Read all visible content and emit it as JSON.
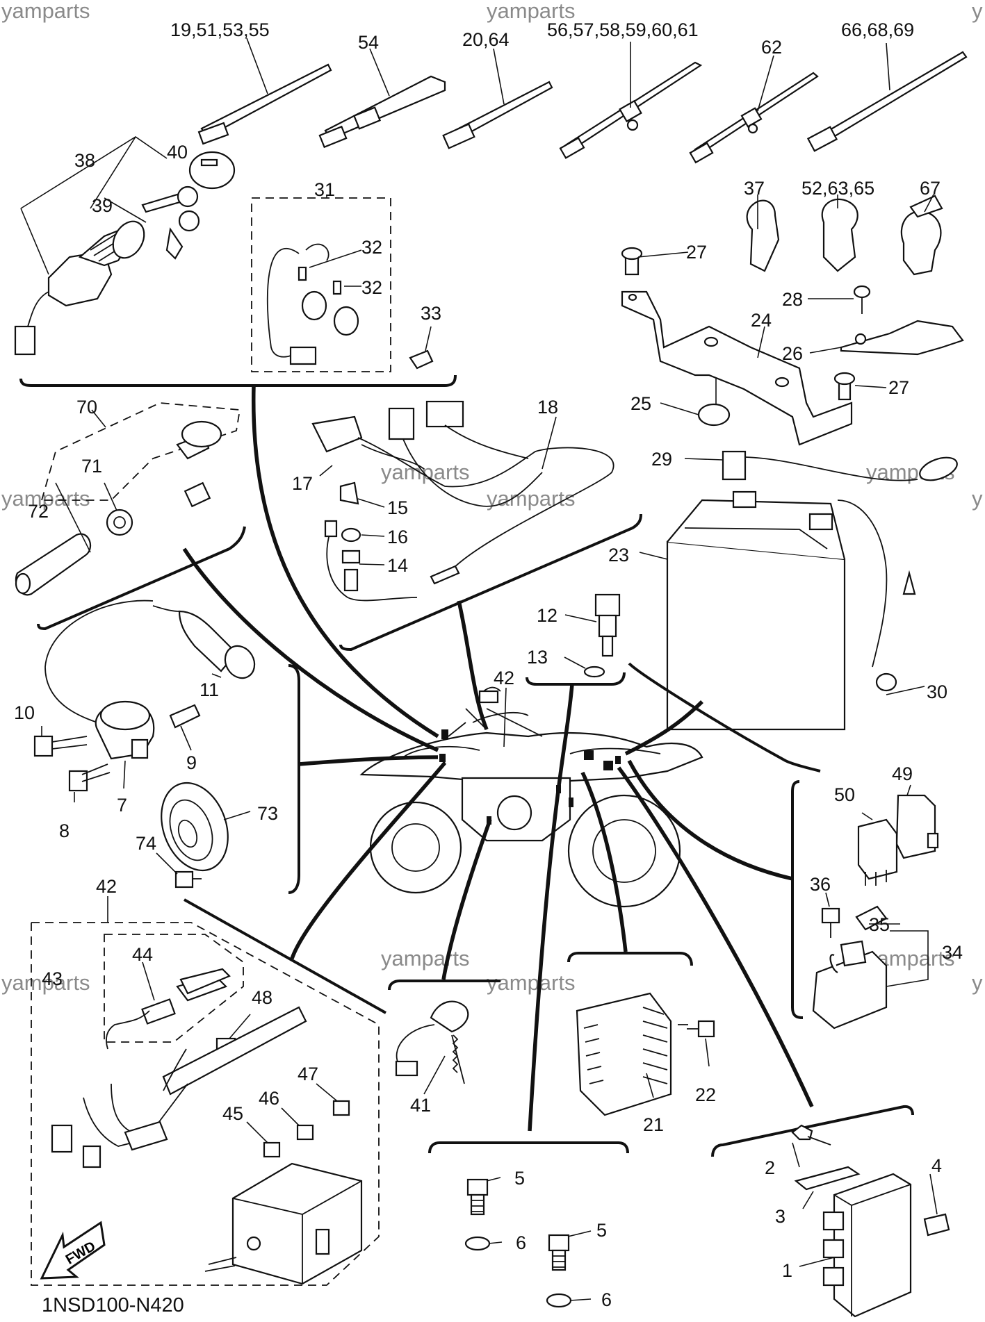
{
  "diagram_code": "1NSD100-N420",
  "direction_arrow": "FWD",
  "watermark": "yamparts",
  "watermark_partial": "y",
  "callouts": {
    "c1": "1",
    "c2": "2",
    "c3": "3",
    "c4": "4",
    "c5a": "5",
    "c5b": "5",
    "c6a": "6",
    "c6b": "6",
    "c7": "7",
    "c8": "8",
    "c9": "9",
    "c10": "10",
    "c11": "11",
    "c12": "12",
    "c13": "13",
    "c14": "14",
    "c15": "15",
    "c16": "16",
    "c17": "17",
    "c18": "18",
    "c21": "21",
    "c22": "22",
    "c23": "23",
    "c24": "24",
    "c25": "25",
    "c26": "26",
    "c27a": "27",
    "c27b": "27",
    "c28": "28",
    "c29": "29",
    "c30": "30",
    "c31": "31",
    "c32a": "32",
    "c32b": "32",
    "c33": "33",
    "c34": "34",
    "c35": "35",
    "c36": "36",
    "c37": "37",
    "c38": "38",
    "c39": "39",
    "c40": "40",
    "c41": "41",
    "c42a": "42",
    "c42b": "42",
    "c43": "43",
    "c44": "44",
    "c45": "45",
    "c46": "46",
    "c47": "47",
    "c48": "48",
    "c49": "49",
    "c50": "50",
    "c19_51_53_55": "19,51,53,55",
    "c54": "54",
    "c20_64": "20,64",
    "c56_61": "56,57,58,59,60,61",
    "c62": "62",
    "c66_68_69": "66,68,69",
    "c52_63_65": "52,63,65",
    "c67": "67",
    "c70": "70",
    "c71": "71",
    "c72": "72",
    "c73": "73",
    "c74": "74"
  }
}
